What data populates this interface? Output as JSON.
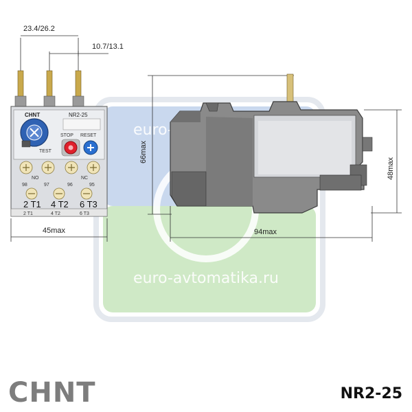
{
  "dimensions": {
    "pitch": "23.4/26.2",
    "pin_offset": "10.7/13.1",
    "height": "66max",
    "depth_height": "48max",
    "width": "45max",
    "depth": "94max"
  },
  "front_panel": {
    "brand": "CHNT",
    "model": "NR2-25",
    "test_label": "TEST",
    "stop_label": "STOP",
    "reset_label": "RESET",
    "no_label": "NO",
    "nc_label": "NC",
    "aux_terminals": [
      "98",
      "97",
      "96",
      "95"
    ],
    "main_terminals": [
      "2 T1",
      "4 T2",
      "6 T3"
    ],
    "main_terminals_lower": [
      "2 T1",
      "4 T2",
      "6 T3"
    ]
  },
  "watermark": {
    "text_top": "euro-avtomatika.ru",
    "text_bottom": "euro-avtomatika.ru"
  },
  "footer": {
    "logo": "CHNT",
    "model": "NR2-25"
  },
  "colors": {
    "housing": "#8a8a8a",
    "housing_dark": "#5e5e5e",
    "panel": "#e9eaec",
    "dial_blue": "#2f62b3",
    "stop_red": "#e0202b",
    "reset_blue": "#2a6fd0",
    "terminal_yellow": "#f0e4b8",
    "watermark_blue": "#c9d8ee",
    "watermark_green": "#cfe9c6",
    "logo_gray": "#7d7d7d"
  }
}
